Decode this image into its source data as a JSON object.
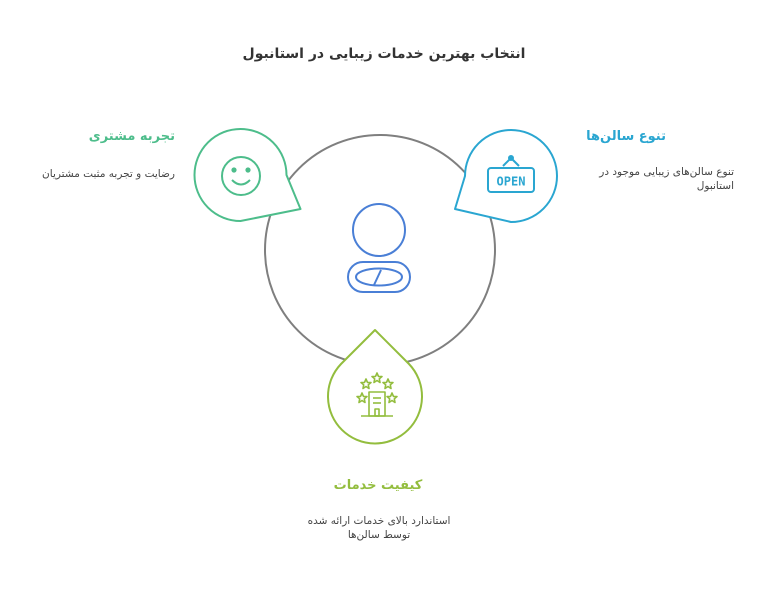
{
  "title": "انتخاب بهترین خدمات زیبایی در استانبول",
  "center": {
    "icon": "mirror-icon"
  },
  "items": [
    {
      "heading": "تجربه مشتری",
      "description": "رضایت و تجربه مثبت مشتریان",
      "icon": "smiley-icon",
      "color": "#4dbd8b"
    },
    {
      "heading": "تنوع سالن‌ها",
      "description": "تنوع سالن‌های زیبایی موجود در استانبول",
      "icon": "open-sign-icon",
      "icon_text": "OPEN",
      "color": "#2aa6d1"
    },
    {
      "heading": "کیفیت خدمات",
      "description": "استاندارد بالای خدمات ارائه شده توسط سالن‌ها",
      "icon": "five-star-building-icon",
      "color": "#93bd3e"
    }
  ],
  "colors": {
    "ring": "#7f7f7f",
    "center_icon": "#4a7fd6",
    "title": "#333333"
  }
}
